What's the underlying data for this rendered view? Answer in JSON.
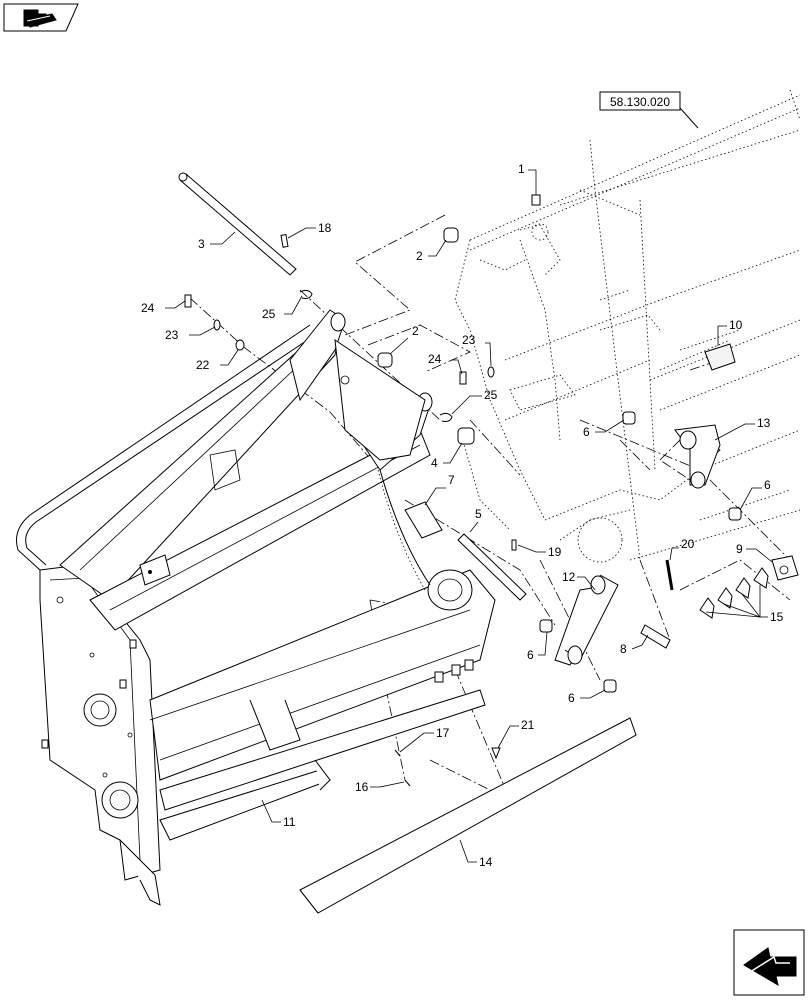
{
  "reference_box": {
    "text": "58.130.020"
  },
  "icons": {
    "top_left": "book-icon",
    "bottom_right": "arrow-icon"
  },
  "callouts": [
    {
      "id": "c1",
      "text": "1"
    },
    {
      "id": "c2a",
      "text": "2"
    },
    {
      "id": "c2b",
      "text": "2"
    },
    {
      "id": "c3",
      "text": "3"
    },
    {
      "id": "c4",
      "text": "4"
    },
    {
      "id": "c5",
      "text": "5"
    },
    {
      "id": "c6a",
      "text": "6"
    },
    {
      "id": "c6b",
      "text": "6"
    },
    {
      "id": "c6c",
      "text": "6"
    },
    {
      "id": "c6d",
      "text": "6"
    },
    {
      "id": "c7",
      "text": "7"
    },
    {
      "id": "c8",
      "text": "8"
    },
    {
      "id": "c9",
      "text": "9"
    },
    {
      "id": "c10",
      "text": "10"
    },
    {
      "id": "c11",
      "text": "11"
    },
    {
      "id": "c12",
      "text": "12"
    },
    {
      "id": "c13",
      "text": "13"
    },
    {
      "id": "c14",
      "text": "14"
    },
    {
      "id": "c15",
      "text": "15"
    },
    {
      "id": "c16",
      "text": "16"
    },
    {
      "id": "c17",
      "text": "17"
    },
    {
      "id": "c18",
      "text": "18"
    },
    {
      "id": "c19",
      "text": "19"
    },
    {
      "id": "c20",
      "text": "20"
    },
    {
      "id": "c21",
      "text": "21"
    },
    {
      "id": "c22",
      "text": "22"
    },
    {
      "id": "c23a",
      "text": "23"
    },
    {
      "id": "c23b",
      "text": "23"
    },
    {
      "id": "c24a",
      "text": "24"
    },
    {
      "id": "c24b",
      "text": "24"
    },
    {
      "id": "c25a",
      "text": "25"
    },
    {
      "id": "c25b",
      "text": "25"
    }
  ]
}
